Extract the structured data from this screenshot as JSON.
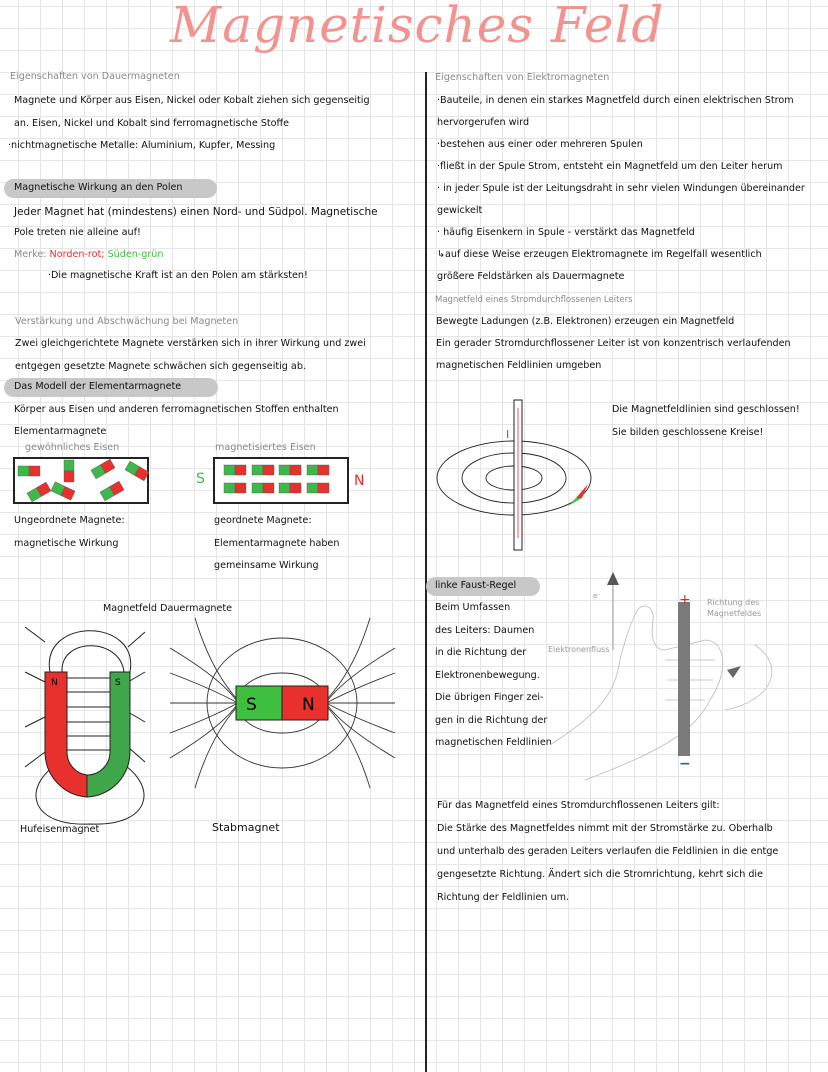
{
  "title": "Magnetisches Feld",
  "left": {
    "h1": "Eigenschaften von Dauermagneten",
    "p1": [
      "Magnete und Körper aus Eisen, Nickel oder Kobalt ziehen sich gegenseitig",
      "an. Eisen, Nickel und Kobalt sind ferromagnetische Stoffe",
      "·nichtmagnetische Metalle: Aluminium, Kupfer, Messing"
    ],
    "h2": "Magnetische Wirkung an den Polen",
    "p2": [
      "Jeder Magnet hat (mindestens) einen Nord- und Südpol. Magnetische",
      "Pole treten nie alleine auf!"
    ],
    "merke_label": "Merke:",
    "merke_red": "Norden-rot;",
    "merke_green": "Süden-grün",
    "p2b": "·Die magnetische Kraft ist an den Polen am stärksten!",
    "h3": "Verstärkung und Abschwächung bei Magneten",
    "p3": [
      "Zwei gleichgerichtete Magnete verstärken sich in ihrer Wirkung und zwei",
      "entgegen gesetzte Magnete schwächen sich gegenseitig ab."
    ],
    "h4": "Das Modell der Elementarmagnete",
    "p4": [
      "Körper aus Eisen und anderen ferromagnetischen Stoffen enthalten",
      "Elementarmagnete"
    ],
    "label_ordinary": "gewöhnliches Eisen",
    "label_magnetized": "magnetisiertes Eisen",
    "pole_s": "S",
    "pole_n": "N",
    "cap_ordinary": [
      "Ungeordnete Magnete:",
      "magnetische Wirkung"
    ],
    "cap_magnetized": [
      "geordnete Magnete:",
      "Elementarmagnete haben",
      "gemeinsame Wirkung"
    ],
    "fig_title": "Magnetfeld Dauermagnete",
    "horseshoe_n": "N",
    "horseshoe_s": "S",
    "bar_s": "S",
    "bar_n": "N",
    "cap_horseshoe": "Hufeisenmagnet",
    "cap_bar": "Stabmagnet"
  },
  "right": {
    "h1": "Eigenschaften von Elektromagneten",
    "p1": [
      "·Bauteile, in denen ein starkes Magnetfeld durch einen elektrischen Strom",
      "hervorgerufen wird",
      "·bestehen aus einer oder mehreren Spulen",
      "·fließt in der Spule Strom, entsteht ein Magnetfeld um den Leiter herum",
      "· in jeder Spule ist der Leitungsdraht in sehr vielen Windungen übereinander",
      "gewickelt",
      "· häufig Eisenkern in Spule - verstärkt das Magnetfeld",
      "↳auf diese Weise erzeugen Elektromagnete im Regelfall wesentlich",
      "größere Feldstärken als Dauermagnete"
    ],
    "h2": "Magnetfeld eines Stromdurchflossenen Leiters",
    "p2": [
      "Bewegte Ladungen (z.B. Elektronen) erzeugen ein Magnetfeld",
      "Ein gerader Stromdurchflossener Leiter ist von konzentrisch verlaufenden",
      "magnetischen Feldlinien umgeben"
    ],
    "current_label": "I",
    "note": [
      "Die Magnetfeldlinien sind geschlossen!",
      "Sie bilden geschlossene Kreise!"
    ],
    "h3": "linke Faust-Regel",
    "p3": [
      "Beim Umfassen",
      "des Leiters: Daumen",
      "in die Richtung der",
      "Elektronenbewegung.",
      "Die übrigen Finger zei-",
      "gen in die Richtung der",
      "magnetischen Feldlinien"
    ],
    "electron": "e⁻",
    "plus": "+",
    "minus": "−",
    "label_flow": "Elektronenfluss",
    "label_field": [
      "Richtung des",
      "Magnetfeldes"
    ],
    "p4": [
      "Für das Magnetfeld eines Stromdurchflossenen Leiters gilt:",
      "Die Stärke des Magnetfeldes nimmt mit der Stromstärke zu. Oberhalb",
      "und unterhalb des geraden Leiters verlaufen die Feldlinien in die entge",
      "gengesetzte Richtung. Ändert sich die Stromrichtung, kehrt sich die",
      "Richtung der Feldlinien um."
    ]
  },
  "colors": {
    "north": "#e8302d",
    "south": "#3fb84a",
    "title": "#f29390",
    "pill": "#c8c8c8"
  }
}
